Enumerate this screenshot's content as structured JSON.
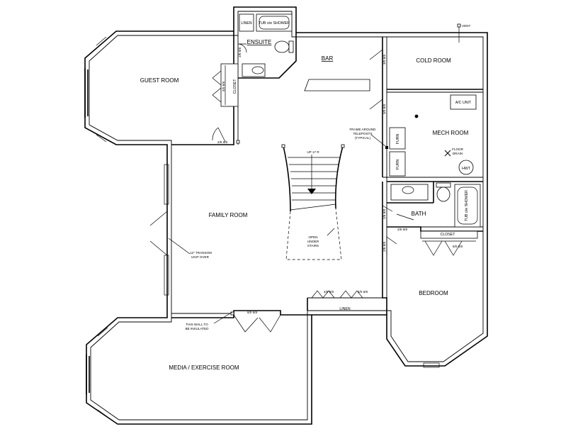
{
  "rooms": {
    "guest_room": "GUEST ROOM",
    "ensuite": "ENSUITE",
    "bar": "BAR",
    "cold_room": "COLD ROOM",
    "mech_room": "MECH ROOM",
    "family_room": "FAMILY ROOM",
    "bath": "BATH",
    "bedroom": "BEDROOM",
    "media_room": "MEDIA / EXERCISE ROOM"
  },
  "fixtures": {
    "linen_top": "LINEN",
    "tub_shower_top": "TUB o/e SHOWER",
    "closet_guest": "CLOSET",
    "ac_unit": "A/C UNIT",
    "furn_1": "FURN",
    "furn_2": "FURN",
    "floor_drain": "FLOOR\nDRAIN",
    "hwt": "HWT",
    "tub_shower_bath": "TUB o/e SHOWER",
    "closet_bedroom": "CLOSET",
    "linen_bottom": "LINEN",
    "vent": "VENT"
  },
  "dimensions": {
    "door_ensuite": "2/6 6/8",
    "door_closet_guest": "4/0 6/8",
    "door_guest": "2/6 6/8",
    "door_bar": "3/0 6/8",
    "door_mech": "3/0 6/8",
    "door_bath_1": "2/6 6/8",
    "door_bath_2": "2/6 6/8",
    "door_bedroom": "2/6 6/8",
    "closet_bedroom_doors": "6/0 6/8",
    "linen_doors_left": "4/0 6/8",
    "linen_doors_right": "4/0 6/8",
    "media_doors": "6/0 6/8"
  },
  "notes": {
    "stairs_up": "UP 17 R",
    "teleposts": [
      "FRAME AROUND",
      "TELEPOSTS",
      "(TYPICAL)"
    ],
    "open_under_stairs": [
      "OPEN",
      "UNDER",
      "STAIRS"
    ],
    "transom": [
      "12\" TRANSOM",
      "UNIT OVER"
    ],
    "insulated_wall": [
      "THIS WALL TO",
      "BE INSULATED"
    ]
  }
}
